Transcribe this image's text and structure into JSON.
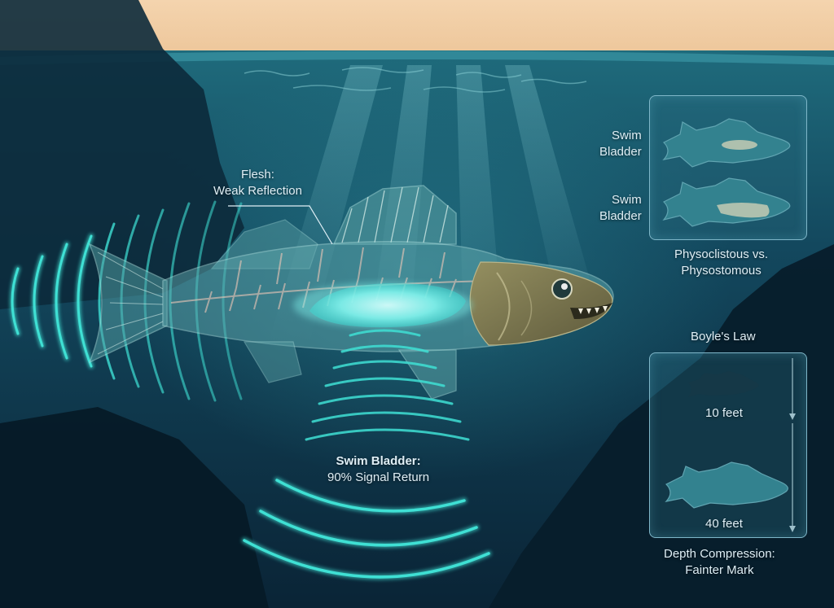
{
  "labels": {
    "flesh": {
      "line1": "Flesh:",
      "line2": "Weak Reflection"
    },
    "swim_bladder": {
      "line1": "Swim Bladder:",
      "line2": "90% Signal Return"
    }
  },
  "panel_bladders": {
    "fish_top_label": {
      "line1": "Swim",
      "line2": "Bladder"
    },
    "fish_bottom_label": {
      "line1": "Swim",
      "line2": "Bladder"
    },
    "caption": {
      "line1": "Physoclistous vs.",
      "line2": "Physostomous"
    }
  },
  "panel_depth": {
    "title": "Boyle's Law",
    "top_depth": "10 feet",
    "bottom_depth": "40 feet",
    "caption": {
      "line1": "Depth Compression:",
      "line2": "Fainter Mark"
    }
  },
  "colors": {
    "sky": "#f1c9a0",
    "water_deep": "#0a2233",
    "sonar_glow": "#3fe0d4",
    "bladder_glow": "#9ff6f3",
    "fish_head": "#7d7a52"
  }
}
